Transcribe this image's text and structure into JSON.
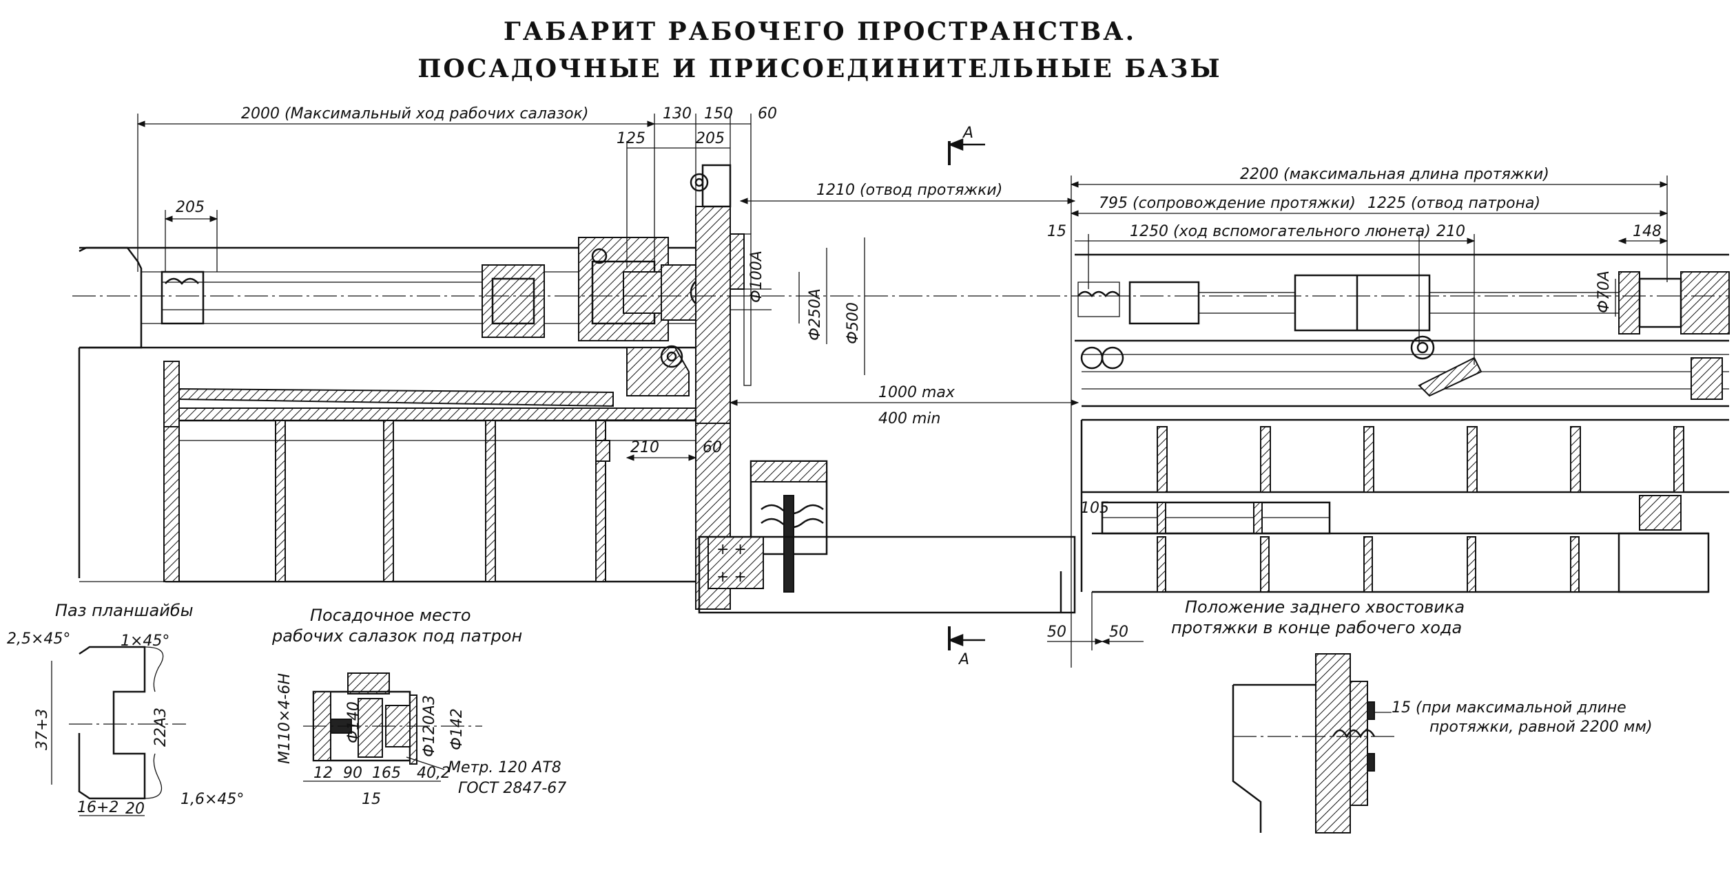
{
  "title": {
    "line1": "ГАБАРИТ РАБОЧЕГО ПРОСТРАНСТВА.",
    "line2": "ПОСАДОЧНЫЕ И ПРИСОЕДИНИТЕЛЬНЫЕ БАЗЫ"
  },
  "section_marks": {
    "a_top": "A",
    "a_bottom": "A"
  },
  "main_view": {
    "dims": {
      "max_slide_travel": "2000 (Максимальный ход рабочих салазок)",
      "d130": "130",
      "d150": "150",
      "d60_top": "60",
      "d125": "125",
      "d205_top": "205",
      "d205_left": "205",
      "retract_broach": "1210 (отвод протяжки)",
      "max_broach_length": "2200 (максимальная длина протяжки)",
      "accompany_broach": "795 (сопровождение протяжки)",
      "retract_chuck": "1225 (отвод патрона)",
      "d15_right": "15",
      "aux_lunette_travel": "1250 (ход вспомогательного люнета)",
      "d210_right": "210",
      "d148": "148",
      "phi100a": "Ф100А",
      "phi250a": "Ф250А",
      "phi500": "Ф500",
      "phi70a": "Ф70А",
      "max_1000": "1000 max",
      "min_400": "400 min",
      "d210_low": "210",
      "d60_low": "60",
      "d105": "105",
      "d50_a": "50",
      "d50_b": "50"
    }
  },
  "slot_detail": {
    "caption": "Паз планшайбы",
    "chamfer_top": "2,5×45°",
    "chamfer_1": "1×45°",
    "height_37": "37+3",
    "width_22a3": "22A3",
    "chamfer_bottom": "1,6×45°",
    "d16": "16+2",
    "d20": "20"
  },
  "seat_detail": {
    "caption_line1": "Посадочное место",
    "caption_line2": "рабочих салазок под патрон",
    "thread": "М110×4-6Н",
    "phi140": "Ф140",
    "phi120": "Ф120А3",
    "phi142": "Ф142",
    "d12": "12",
    "d90": "90",
    "d165": "165",
    "d402": "40,2",
    "d15": "15",
    "metr": "Метр. 120 АТ8",
    "gost": "ГОСТ 2847-67"
  },
  "tail_detail": {
    "caption_line1": "Положение заднего хвостовика",
    "caption_line2": "протяжки в конце рабочего хода",
    "note_line1": "15 (при максимальной длине",
    "note_line2": "протяжки, равной 2200 мм)"
  }
}
